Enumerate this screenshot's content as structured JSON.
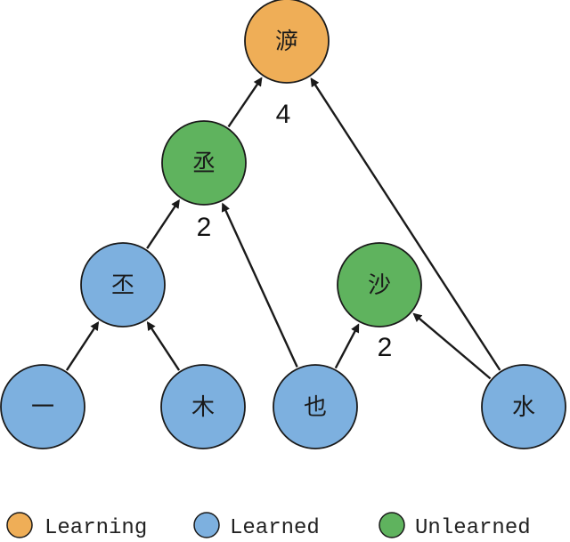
{
  "colors": {
    "learning": "#EFAE57",
    "learned": "#7DB0DF",
    "unlearned": "#5FB35E",
    "stroke": "#1a1a1a"
  },
  "nodes": [
    {
      "id": "top",
      "status": "learning",
      "glyph": "㴑",
      "count": "4"
    },
    {
      "id": "mid",
      "status": "unlearned",
      "glyph": "丞",
      "count": "2"
    },
    {
      "id": "right",
      "status": "unlearned",
      "glyph": "沙",
      "count": "2"
    },
    {
      "id": "left",
      "status": "learned",
      "glyph": "丕",
      "count": ""
    },
    {
      "id": "b1",
      "status": "learned",
      "glyph": "一",
      "count": ""
    },
    {
      "id": "b2",
      "status": "learned",
      "glyph": "木",
      "count": ""
    },
    {
      "id": "b3",
      "status": "learned",
      "glyph": "也",
      "count": ""
    },
    {
      "id": "b4",
      "status": "learned",
      "glyph": "水",
      "count": ""
    }
  ],
  "edges": [
    {
      "from": "mid",
      "to": "top"
    },
    {
      "from": "b4",
      "to": "top"
    },
    {
      "from": "left",
      "to": "mid"
    },
    {
      "from": "b3",
      "to": "mid"
    },
    {
      "from": "b1",
      "to": "left"
    },
    {
      "from": "b2",
      "to": "left"
    },
    {
      "from": "b3",
      "to": "right"
    },
    {
      "from": "b4",
      "to": "right"
    }
  ],
  "legend": {
    "learning": "Learning",
    "learned": "Learned",
    "unlearned": "Unlearned"
  }
}
